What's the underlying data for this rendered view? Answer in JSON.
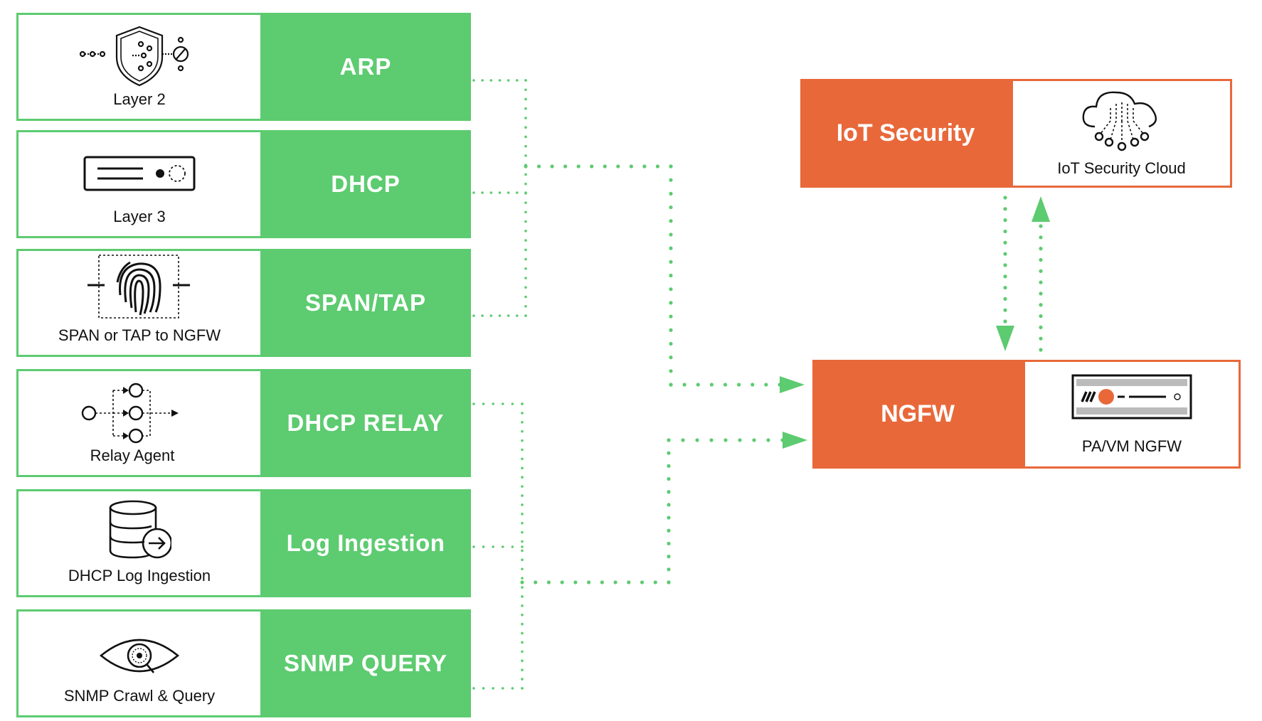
{
  "sources": [
    {
      "label": "Layer 2",
      "icon": "shield-network-icon",
      "protocol": "ARP"
    },
    {
      "label": "Layer 3",
      "icon": "server-appliance-icon",
      "protocol": "DHCP"
    },
    {
      "label": "SPAN or TAP to NGFW",
      "icon": "fingerprint-icon",
      "protocol": "SPAN/TAP"
    },
    {
      "label": "Relay Agent",
      "icon": "relay-nodes-icon",
      "protocol": "DHCP RELAY"
    },
    {
      "label": "DHCP Log Ingestion",
      "icon": "database-ingest-icon",
      "protocol": "Log Ingestion"
    },
    {
      "label": "SNMP Crawl & Query",
      "icon": "eye-search-icon",
      "protocol": "SNMP QUERY"
    }
  ],
  "iot": {
    "title": "IoT Security",
    "cloud_label": "IoT Security Cloud",
    "icon": "cloud-network-icon"
  },
  "ngfw": {
    "title": "NGFW",
    "device_label": "PA/VM NGFW",
    "icon": "firewall-appliance-icon"
  },
  "colors": {
    "green": "#5dcb70",
    "orange": "#e8683a"
  }
}
